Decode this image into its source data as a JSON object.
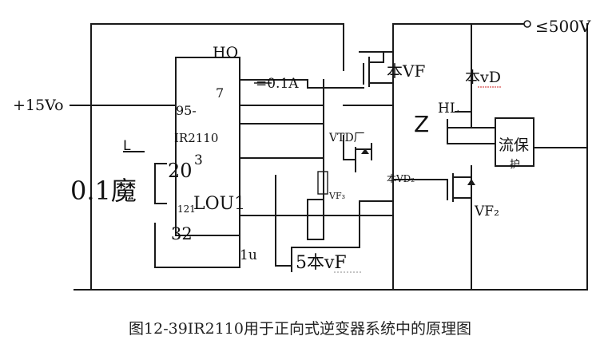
{
  "labels": {
    "supply_high": "≤500V",
    "supply_15v": "+15Vo",
    "ho": "HO",
    "pin7": "7",
    "resistor_01a": "=0.1A",
    "pin95": "95-",
    "chip": "IR2110",
    "l_mark": "L",
    "pin20": "20",
    "pin3": "3",
    "cap_01": "0.1魔",
    "pin12": "121",
    "lou1": "LOU1",
    "pin32": "32",
    "cap_1u": "1u",
    "vf_bottom": "5本vF",
    "vf_top": "本VF",
    "vd_top": "本vD",
    "hl": "HL",
    "z_mark": "Z",
    "vtd": "VTD厂",
    "vd2": "本VD₂",
    "vf3": "VF₃",
    "vf2": "VF₂",
    "protect_line1": "流保",
    "protect_line2": "护"
  },
  "caption": "图12-39IR2110用于正向式逆变器系统中的原理图"
}
